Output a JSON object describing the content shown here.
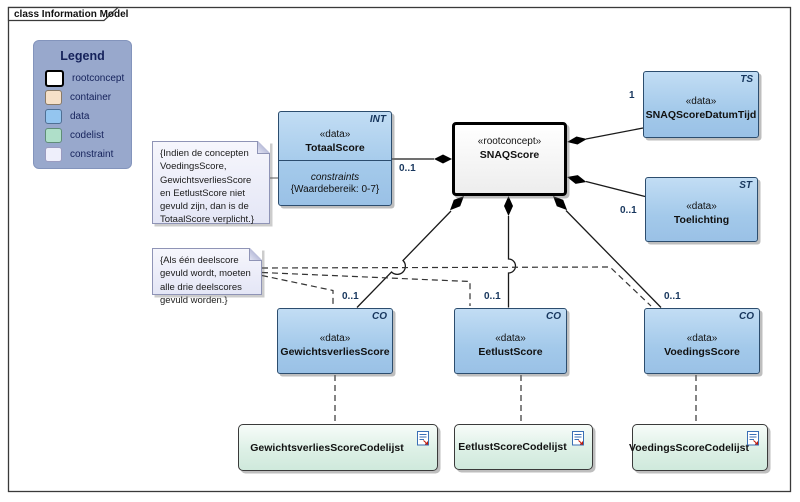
{
  "frame": {
    "label": "class Information Model"
  },
  "legend": {
    "title": "Legend",
    "items": [
      {
        "label": "rootconcept",
        "fill": "#FFFFFF",
        "border": "#000000"
      },
      {
        "label": "container",
        "fill": "#F6E0C8"
      },
      {
        "label": "data",
        "fill": "#94C5EF"
      },
      {
        "label": "codelist",
        "fill": "#AFDFC9"
      },
      {
        "label": "constraint",
        "fill": "#EEEFFB"
      }
    ]
  },
  "nodes": {
    "snaqscore": {
      "stereotype": "«rootconcept»",
      "name": "SNAQScore"
    },
    "totaalscore": {
      "stereotype": "«data»",
      "name": "TotaalScore",
      "type_code": "INT",
      "constraints_label": "constraints",
      "constraints_value": "{Waardebereik: 0-7}",
      "multiplicity": "0..1"
    },
    "snaqscoredatumtijd": {
      "stereotype": "«data»",
      "name": "SNAQScoreDatumTijd",
      "type_code": "TS",
      "multiplicity": "1"
    },
    "toelichting": {
      "stereotype": "«data»",
      "name": "Toelichting",
      "type_code": "ST",
      "multiplicity": "0..1"
    },
    "gewichtsverliesscore": {
      "stereotype": "«data»",
      "name": "GewichtsverliesScore",
      "type_code": "CO",
      "multiplicity": "0..1"
    },
    "eetlustscore": {
      "stereotype": "«data»",
      "name": "EetlustScore",
      "type_code": "CO",
      "multiplicity": "0..1"
    },
    "voedingsscore": {
      "stereotype": "«data»",
      "name": "VoedingsScore",
      "type_code": "CO",
      "multiplicity": "0..1"
    }
  },
  "codelists": {
    "gewichtsverlies": {
      "name": "GewichtsverliesScoreCodelijst"
    },
    "eetlust": {
      "name": "EetlustScoreCodelijst"
    },
    "voedings": {
      "name": "VoedingsScoreCodelijst"
    }
  },
  "notes": {
    "totaalscore_rule": "{Indien de concepten VoedingsScore, GewichtsverliesScore en EetlustScore niet gevuld zijn, dan is de TotaalScore verplicht.}",
    "deelscore_rule": "{Als één deelscore gevuld wordt, moeten alle drie deelscores gevuld worden.}"
  },
  "colors": {
    "data_fill": "#A6CCEE",
    "data_border": "#2C4D6E",
    "rootconcept_fill": "#F4F4F4",
    "rootconcept_border": "#000000",
    "codelist_fill": "#D2EBDF",
    "container_fill": "#F6E0C8",
    "constraint_fill": "#EDEEFA",
    "legend_fill": "#98A8CC",
    "connector": "#1a1a1a"
  }
}
